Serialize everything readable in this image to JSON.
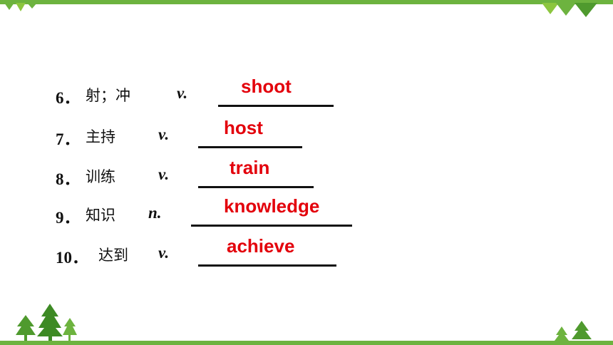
{
  "items": [
    {
      "number": "6．",
      "chinese": "射；冲",
      "pos": "v.",
      "answer": "shoot"
    },
    {
      "number": "7．",
      "chinese": "主持",
      "pos": "v.",
      "answer": "host"
    },
    {
      "number": "8．",
      "chinese": "训练",
      "pos": "v.",
      "answer": "train"
    },
    {
      "number": "9．",
      "chinese": "知识",
      "pos": "n.",
      "answer": "knowledge"
    },
    {
      "number": "10．",
      "chinese": "达到",
      "pos": "v.",
      "answer": "achieve"
    }
  ],
  "colors": {
    "accent": "#6db33f",
    "answer": "#e3000b",
    "text": "#111111"
  },
  "icons": [
    "triangle-decoration-icon",
    "tree-icon"
  ]
}
